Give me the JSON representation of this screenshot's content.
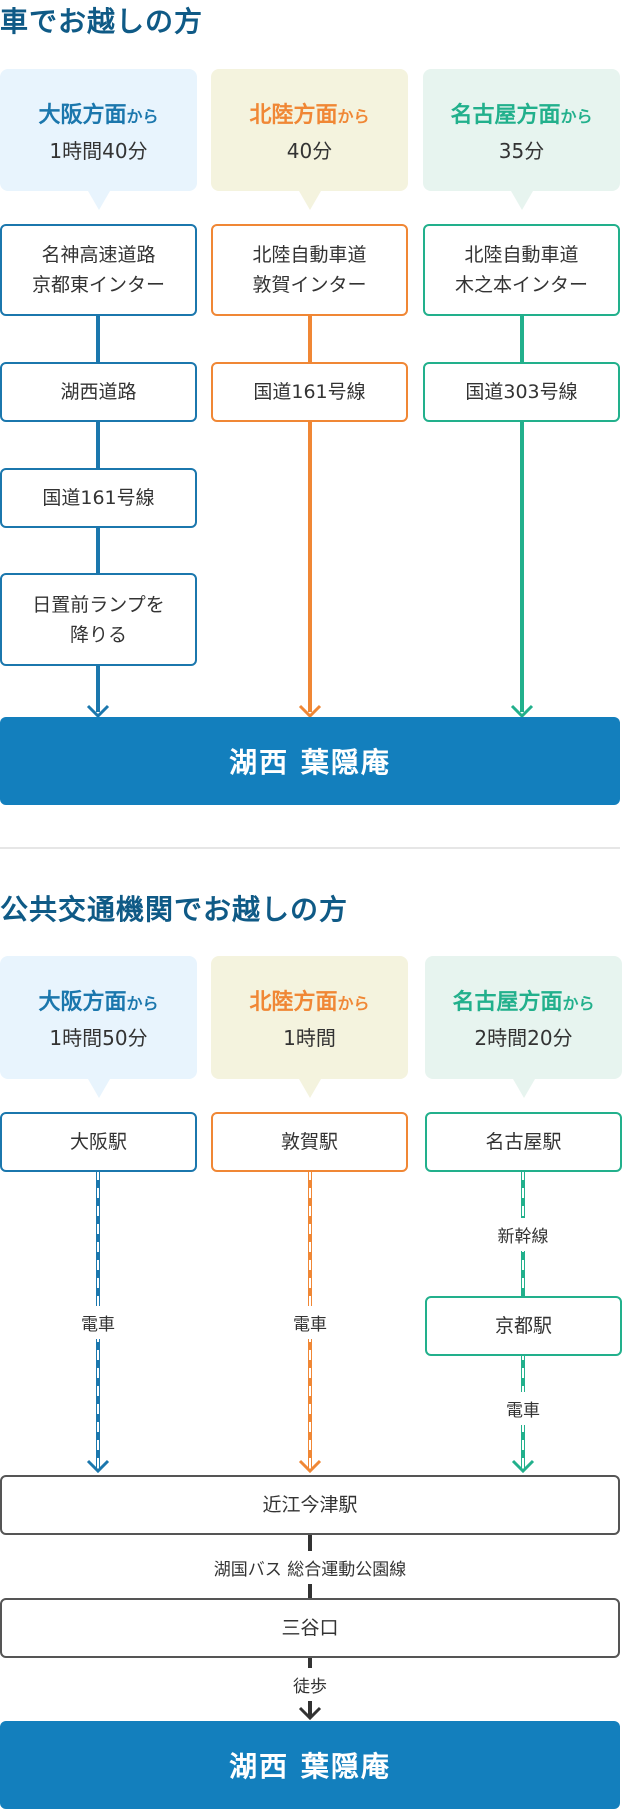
{
  "car": {
    "title": "車でお越しの方",
    "routes": [
      {
        "from": "大阪方面",
        "kara": "から",
        "time": "1時間40分",
        "steps": [
          "名神高速道路\n京都東インター",
          "湖西道路",
          "国道161号線",
          "日置前ランプを\n降りる"
        ]
      },
      {
        "from": "北陸方面",
        "kara": "から",
        "time": "40分",
        "steps": [
          "北陸自動車道\n敦賀インター",
          "国道161号線"
        ]
      },
      {
        "from": "名古屋方面",
        "kara": "から",
        "time": "35分",
        "steps": [
          "北陸自動車道\n木之本インター",
          "国道303号線"
        ]
      }
    ],
    "destination": "湖西 葉隠庵"
  },
  "transit": {
    "title": "公共交通機関でお越しの方",
    "routes": [
      {
        "from": "大阪方面",
        "kara": "から",
        "time": "1時間50分",
        "station": "大阪駅",
        "mode": "電車"
      },
      {
        "from": "北陸方面",
        "kara": "から",
        "time": "1時間",
        "station": "敦賀駅",
        "mode": "電車"
      },
      {
        "from": "名古屋方面",
        "kara": "から",
        "time": "2時間20分",
        "station": "名古屋駅",
        "mode1": "新幹線",
        "via": "京都駅",
        "mode": "電車"
      }
    ],
    "transfer": "近江今津駅",
    "bus": "湖国バス 総合運動公園線",
    "stop": "三谷口",
    "walk": "徒歩",
    "destination": "湖西 葉隠庵"
  },
  "colors": {
    "osaka": "#1b77ad",
    "hokuriku": "#f08735",
    "nagoya": "#22b08c",
    "banner": "#137fbd"
  }
}
